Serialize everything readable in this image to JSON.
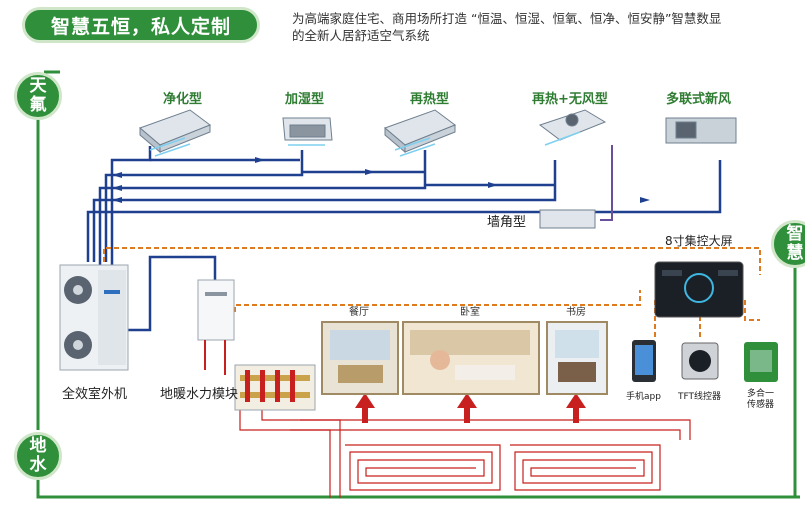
{
  "header": {
    "title": "智慧五恒，私人定制",
    "desc_line1": "为高端家庭住宅、商用场所打造 “恒温、恒湿、恒氧、恒净、恒安静”智慧数显",
    "desc_line2": "的全新人居舒适空气系统"
  },
  "badges": {
    "sky": [
      "天",
      "氟"
    ],
    "ground": [
      "地",
      "水"
    ],
    "smart": [
      "智",
      "慧"
    ]
  },
  "units": {
    "purify": "净化型",
    "humidify": "加湿型",
    "reheat": "再热型",
    "reheat_nowind": "再热+无风型",
    "multi_fresh": "多联式新风",
    "wall_corner": "墙角型"
  },
  "equipment": {
    "outdoor": "全效室外机",
    "hydro_module": "地暖水力模块",
    "screen_title": "8寸集控大屏"
  },
  "rooms": {
    "dining": "餐厅",
    "bedroom": "卧室",
    "study": "书房"
  },
  "controls": {
    "app": "手机app",
    "tft": "TFT线控器",
    "sensor_line1": "多合一",
    "sensor_line2": "传感器"
  },
  "colors": {
    "brand_green": "#2f8f3a",
    "pipe_blue": "#1f3f8f",
    "signal_orange": "#e07a1f",
    "heat_red": "#c8201f",
    "purple_line": "#6a4f9a"
  }
}
